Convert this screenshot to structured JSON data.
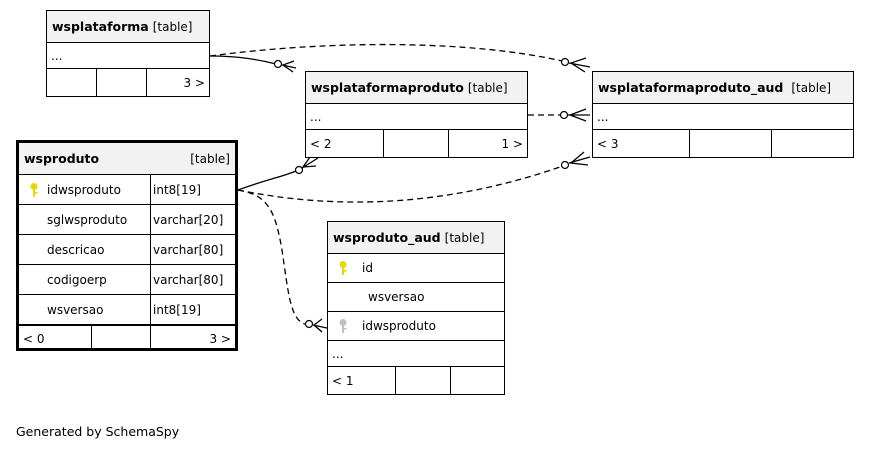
{
  "tables": {
    "wsplataforma": {
      "name": "wsplataforma",
      "kind": "[table]",
      "ellipsis": "...",
      "footer": [
        "",
        "",
        "3 >"
      ]
    },
    "wsplataformaproduto": {
      "name": "wsplataformaproduto",
      "kind": "[table]",
      "ellipsis": "...",
      "footer": [
        "< 2",
        "",
        "1 >"
      ]
    },
    "wsplataformaproduto_aud": {
      "name": "wsplataformaproduto_aud",
      "kind": "[table]",
      "ellipsis": "...",
      "footer": [
        "< 3",
        "",
        ""
      ]
    },
    "wsproduto": {
      "name": "wsproduto",
      "kind": "[table]",
      "columns": [
        {
          "name": "idwsproduto",
          "type": "int8[19]",
          "key": "primary"
        },
        {
          "name": "sglwsproduto",
          "type": "varchar[20]",
          "key": ""
        },
        {
          "name": "descricao",
          "type": "varchar[80]",
          "key": ""
        },
        {
          "name": "codigoerp",
          "type": "varchar[80]",
          "key": ""
        },
        {
          "name": "wsversao",
          "type": "int8[19]",
          "key": ""
        }
      ],
      "footer": [
        "< 0",
        "",
        "3 >"
      ]
    },
    "wsproduto_aud": {
      "name": "wsproduto_aud",
      "kind": "[table]",
      "columns": [
        {
          "name": "id",
          "key": "primary"
        },
        {
          "name": "wsversao",
          "key": ""
        },
        {
          "name": "idwsproduto",
          "key": "foreign"
        }
      ],
      "ellipsis": "...",
      "footer": [
        "< 1",
        "",
        ""
      ]
    }
  },
  "colors": {
    "primary_key": "#e8d800",
    "foreign_key": "#c0c0c0",
    "header_bg": "#f2f2f2"
  },
  "footer_text": "Generated by SchemaSpy"
}
